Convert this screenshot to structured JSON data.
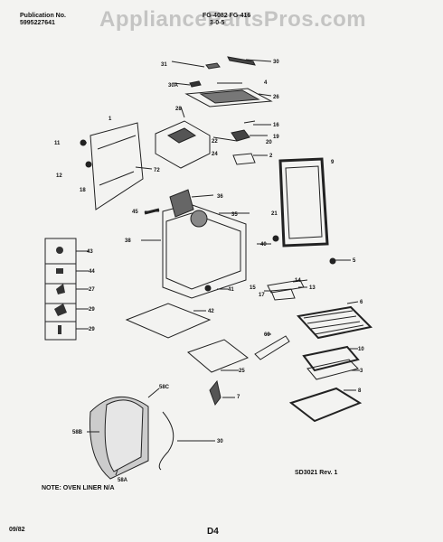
{
  "header": {
    "pub_label": "Publication No.",
    "pub_number": "5995227641",
    "model_line1": "FG-4082 FG-416",
    "model_line2": "3-0-5"
  },
  "watermark": "AppliancePartsPros.com",
  "parts": [
    {
      "id": "31"
    },
    {
      "id": "30"
    },
    {
      "id": "30A"
    },
    {
      "id": "4"
    },
    {
      "id": "26"
    },
    {
      "id": "1"
    },
    {
      "id": "28"
    },
    {
      "id": "16"
    },
    {
      "id": "11"
    },
    {
      "id": "22"
    },
    {
      "id": "19"
    },
    {
      "id": "20"
    },
    {
      "id": "24"
    },
    {
      "id": "2"
    },
    {
      "id": "12"
    },
    {
      "id": "72"
    },
    {
      "id": "9"
    },
    {
      "id": "18"
    },
    {
      "id": "36"
    },
    {
      "id": "45"
    },
    {
      "id": "35"
    },
    {
      "id": "21"
    },
    {
      "id": "38"
    },
    {
      "id": "40"
    },
    {
      "id": "5"
    },
    {
      "id": "43"
    },
    {
      "id": "44"
    },
    {
      "id": "14"
    },
    {
      "id": "41"
    },
    {
      "id": "15"
    },
    {
      "id": "13"
    },
    {
      "id": "17"
    },
    {
      "id": "27"
    },
    {
      "id": "6"
    },
    {
      "id": "29"
    },
    {
      "id": "42"
    },
    {
      "id": "29"
    },
    {
      "id": "69"
    },
    {
      "id": "10"
    },
    {
      "id": "3"
    },
    {
      "id": "25"
    },
    {
      "id": "58C"
    },
    {
      "id": "7"
    },
    {
      "id": "8"
    },
    {
      "id": "58B"
    },
    {
      "id": "30"
    },
    {
      "id": "58A"
    }
  ],
  "revision": "SD3021 Rev. 1",
  "note": "NOTE: OVEN LINER N/A",
  "date": "09/82",
  "page_code": "D4"
}
